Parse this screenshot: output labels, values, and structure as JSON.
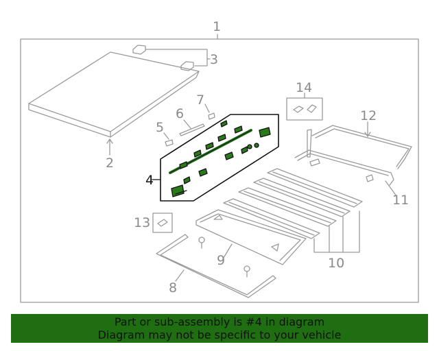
{
  "diagram": {
    "callouts": [
      "1",
      "2",
      "3",
      "4",
      "5",
      "6",
      "7",
      "8",
      "9",
      "10",
      "11",
      "12",
      "13",
      "14"
    ],
    "highlighted_callout": "4"
  },
  "banner": {
    "line1": "Part or sub-assembly is #4 in diagram",
    "line2": "Diagram may not be specific to your vehicle",
    "background_color": "#1f6e12"
  }
}
